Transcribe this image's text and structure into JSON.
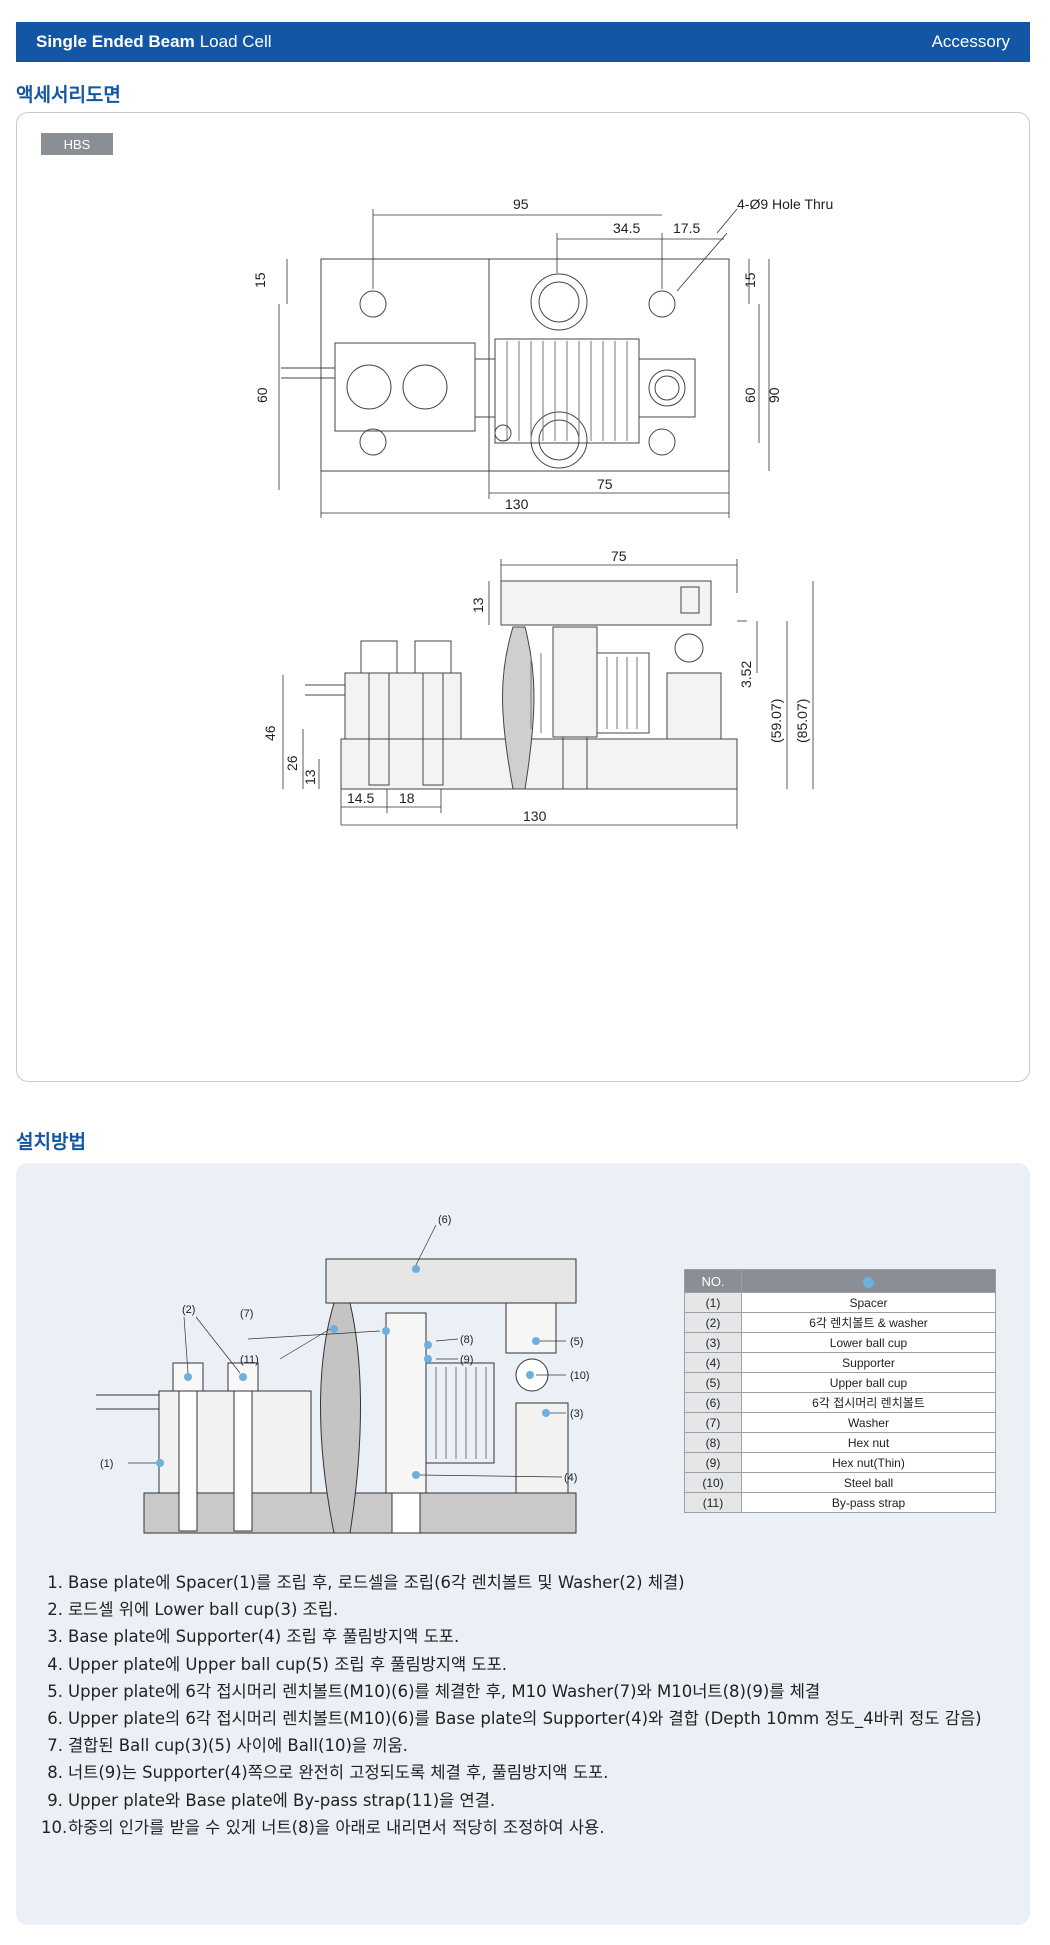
{
  "header": {
    "title_bold": "Single Ended Beam",
    "title_rest": "Load Cell",
    "right": "Accessory"
  },
  "section1": {
    "title": "액세서리도면",
    "tag": "HBS"
  },
  "top_view": {
    "dims": {
      "d95": "95",
      "d345": "34.5",
      "d175": "17.5",
      "hole": "4-Ø9 Hole Thru",
      "d15l": "15",
      "d60l": "60",
      "d15r": "15",
      "d60r": "60",
      "d90": "90",
      "d75": "75",
      "d130": "130"
    }
  },
  "side_view": {
    "dims": {
      "d75": "75",
      "d13t": "13",
      "d352": "3.52",
      "d5907": "(59.07)",
      "d8507": "(85.07)",
      "d46": "46",
      "d26": "26",
      "d13b": "13",
      "d145": "14.5",
      "d18": "18",
      "d130": "130"
    }
  },
  "section2": {
    "title": "설치방법"
  },
  "install_labels": {
    "l1": "(1)",
    "l2": "(2)",
    "l3": "(3)",
    "l4": "(4)",
    "l5": "(5)",
    "l6": "(6)",
    "l7": "(7)",
    "l8": "(8)",
    "l9": "(9)",
    "l10": "(10)",
    "l11": "(11)"
  },
  "parts_table": {
    "header_no": "NO.",
    "rows": [
      {
        "no": "(1)",
        "name": "Spacer"
      },
      {
        "no": "(2)",
        "name": "6각 렌치볼트 & washer"
      },
      {
        "no": "(3)",
        "name": "Lower ball cup"
      },
      {
        "no": "(4)",
        "name": "Supporter"
      },
      {
        "no": "(5)",
        "name": "Upper ball cup"
      },
      {
        "no": "(6)",
        "name": "6각 접시머리 렌치볼트"
      },
      {
        "no": "(7)",
        "name": "Washer"
      },
      {
        "no": "(8)",
        "name": "Hex nut"
      },
      {
        "no": "(9)",
        "name": "Hex nut(Thin)"
      },
      {
        "no": "(10)",
        "name": "Steel ball"
      },
      {
        "no": "(11)",
        "name": "By-pass strap"
      }
    ]
  },
  "steps": [
    {
      "n": "1.",
      "text": "Base plate에 Spacer(1)를 조립 후, 로드셀을 조립(6각 렌치볼트 및 Washer(2) 체결)"
    },
    {
      "n": "2.",
      "text": "로드셀 위에 Lower ball cup(3) 조립."
    },
    {
      "n": "3.",
      "text": "Base plate에 Supporter(4) 조립 후 풀림방지액 도포."
    },
    {
      "n": "4.",
      "text": "Upper plate에 Upper ball cup(5) 조립 후 풀림방지액 도포."
    },
    {
      "n": "5.",
      "text": "Upper plate에 6각 접시머리 렌치볼트(M10)(6)를 체결한 후, M10 Washer(7)와 M10너트(8)(9)를 체결"
    },
    {
      "n": "6.",
      "text": "Upper plate의 6각 접시머리 렌치볼트(M10)(6)를 Base plate의 Supporter(4)와 결합 (Depth 10mm 정도_4바퀴 정도 감음)"
    },
    {
      "n": "7.",
      "text": "결합된 Ball cup(3)(5) 사이에 Ball(10)을 끼움."
    },
    {
      "n": "8.",
      "text": "너트(9)는 Supporter(4)쪽으로 완전히 고정되도록 체결 후, 풀림방지액 도포."
    },
    {
      "n": "9.",
      "text": "Upper plate와 Base plate에 By-pass strap(11)을 연결."
    },
    {
      "n": "10.",
      "text": "하중의 인가를 받을 수 있게 너트(8)을 아래로 내리면서 적당히 조정하여 사용."
    }
  ],
  "colors": {
    "brand": "#1456a6",
    "panel": "#eaf0f6",
    "marker": "#6cb0de"
  }
}
